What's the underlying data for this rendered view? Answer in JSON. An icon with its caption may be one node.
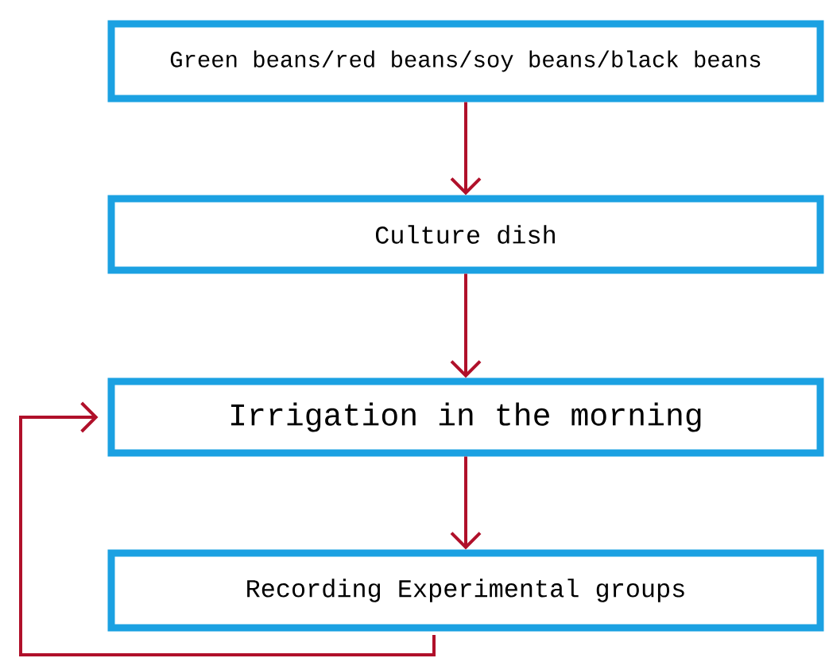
{
  "diagram": {
    "nodes": [
      {
        "text": [
          "Green beans/red beans/soy beans/black beans"
        ]
      },
      {
        "text": [
          "Culture dish"
        ]
      },
      {
        "text": [
          "Irrigation in the morning"
        ]
      },
      {
        "text": [
          "Recording Experimental groups"
        ]
      }
    ],
    "edges": [
      {
        "from": 0,
        "to": 1,
        "arrow": "to"
      },
      {
        "from": 1,
        "to": 2,
        "arrow": "to"
      },
      {
        "from": 2,
        "to": 3,
        "arrow": "to"
      },
      {
        "from": 3,
        "to": 2,
        "arrow": "to"
      }
    ]
  }
}
